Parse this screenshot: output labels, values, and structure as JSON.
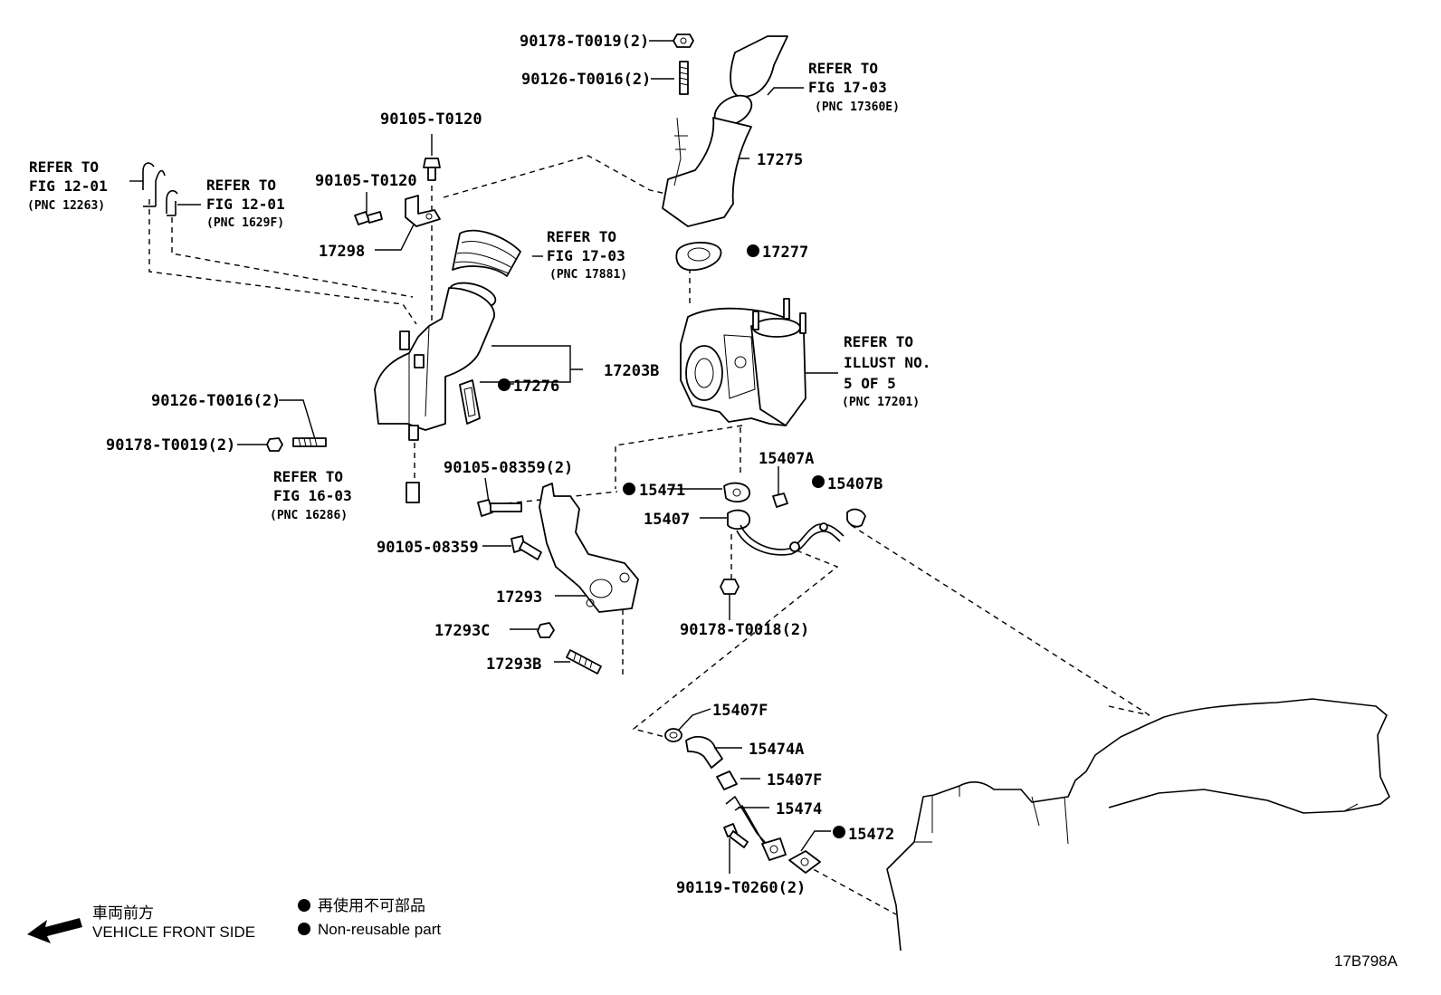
{
  "parts": {
    "p90178_top": "90178-T0019(2)",
    "p90126_top": "90126-T0016(2)",
    "p90105_a": "90105-T0120",
    "p90105_b": "90105-T0120",
    "p17275": "17275",
    "p17298": "17298",
    "p17277": "17277",
    "p17203B": "17203B",
    "p17276": "17276",
    "p90126_left": "90126-T0016(2)",
    "p90178_left": "90178-T0019(2)",
    "p90105_08359_2": "90105-08359(2)",
    "p15471": "15471",
    "p15407A": "15407A",
    "p15407B": "15407B",
    "p15407": "15407",
    "p90105_08359": "90105-08359",
    "p17293": "17293",
    "p17293C": "17293C",
    "p17293B": "17293B",
    "p90178_T0018": "90178-T0018(2)",
    "p15407F_a": "15407F",
    "p15474A": "15474A",
    "p15407F_b": "15407F",
    "p15474": "15474",
    "p15472": "15472",
    "p90119": "90119-T0260(2)"
  },
  "refs": {
    "fig1703_top": {
      "line1": "REFER TO",
      "line2": "FIG 17-03",
      "pnc": "(PNC 17360E)"
    },
    "fig1201_a": {
      "line1": "REFER TO",
      "line2": "FIG 12-01",
      "pnc": "(PNC 12263)"
    },
    "fig1201_b": {
      "line1": "REFER TO",
      "line2": "FIG 12-01",
      "pnc": "(PNC 1629F)"
    },
    "fig1703_mid": {
      "line1": "REFER TO",
      "line2": "FIG 17-03",
      "pnc": "(PNC 17881)"
    },
    "illust": {
      "line1": "REFER TO",
      "line2": "ILLUST NO.",
      "line3": "5 OF 5",
      "pnc": "(PNC 17201)"
    },
    "fig1603": {
      "line1": "REFER TO",
      "line2": "FIG 16-03",
      "pnc": "(PNC 16286)"
    }
  },
  "legend": {
    "front_jp": "車両前方",
    "front_en": "VEHICLE FRONT SIDE",
    "nonreuse_jp": "再使用不可部品",
    "nonreuse_en": "Non-reusable part"
  },
  "figure_id": "17B798A"
}
